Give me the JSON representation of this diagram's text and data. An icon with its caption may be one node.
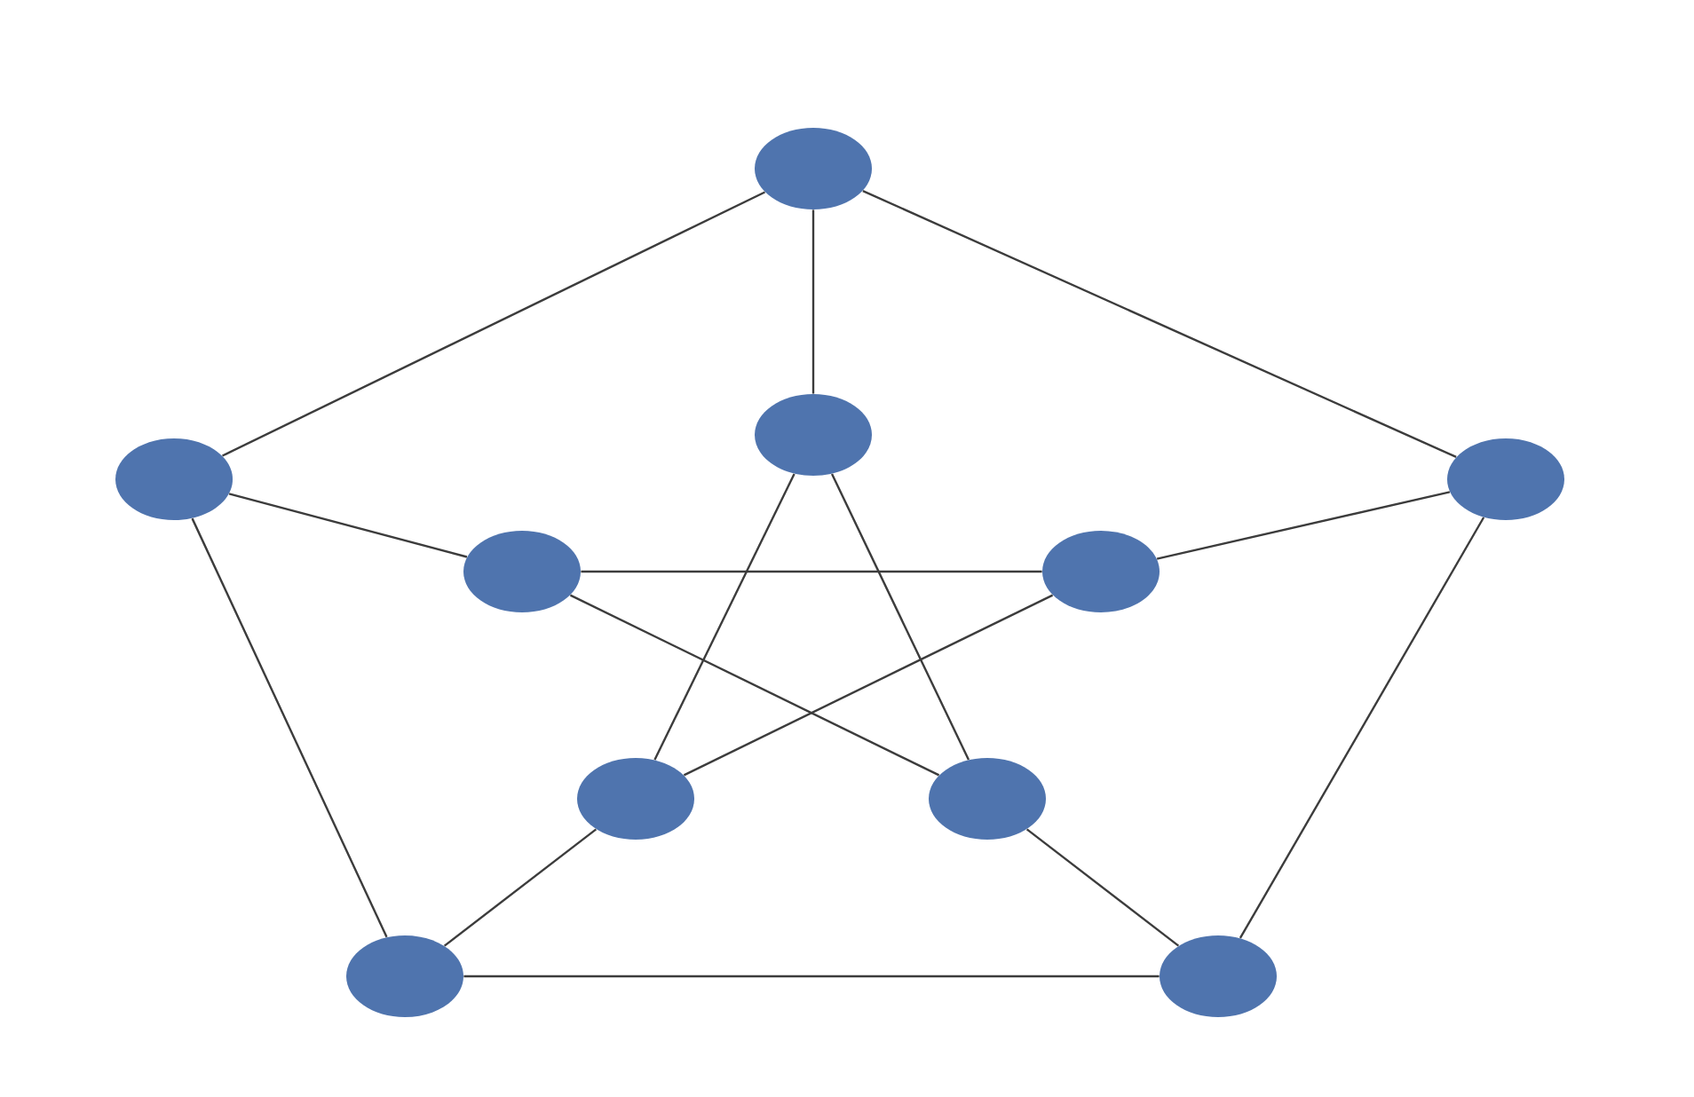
{
  "diagram": {
    "nodes": [
      {
        "text": [],
        "shape": "circle"
      },
      {
        "text": [],
        "shape": "circle"
      },
      {
        "text": [],
        "shape": "circle"
      },
      {
        "text": [],
        "shape": "circle"
      },
      {
        "text": [],
        "shape": "circle"
      },
      {
        "text": [],
        "shape": "circle"
      },
      {
        "text": [],
        "shape": "circle"
      },
      {
        "text": [],
        "shape": "circle"
      },
      {
        "text": [],
        "shape": "circle"
      },
      {
        "text": [],
        "shape": "circle"
      }
    ],
    "edges": [
      {
        "from": 0,
        "to": 2,
        "arrow": "none"
      },
      {
        "from": 0,
        "to": 3,
        "arrow": "none"
      },
      {
        "from": 2,
        "to": 8,
        "arrow": "none"
      },
      {
        "from": 3,
        "to": 9,
        "arrow": "none"
      },
      {
        "from": 8,
        "to": 9,
        "arrow": "none"
      },
      {
        "from": 0,
        "to": 1,
        "arrow": "none"
      },
      {
        "from": 2,
        "to": 4,
        "arrow": "none"
      },
      {
        "from": 3,
        "to": 5,
        "arrow": "none"
      },
      {
        "from": 8,
        "to": 6,
        "arrow": "none"
      },
      {
        "from": 9,
        "to": 7,
        "arrow": "none"
      },
      {
        "from": 4,
        "to": 5,
        "arrow": "none"
      },
      {
        "from": 1,
        "to": 6,
        "arrow": "none"
      },
      {
        "from": 1,
        "to": 7,
        "arrow": "none"
      },
      {
        "from": 4,
        "to": 7,
        "arrow": "none"
      },
      {
        "from": 5,
        "to": 6,
        "arrow": "none"
      }
    ]
  }
}
